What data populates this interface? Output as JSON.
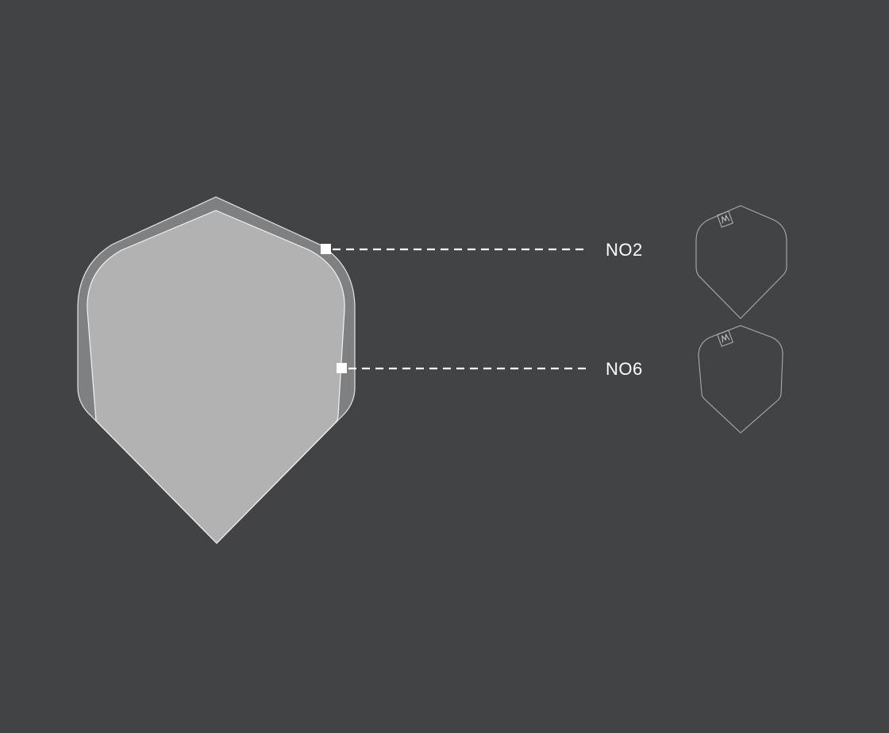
{
  "callouts": [
    {
      "id": "no2",
      "label": "NO2"
    },
    {
      "id": "no6",
      "label": "NO6"
    }
  ],
  "colors": {
    "background": "#424347",
    "outer_shape_fill": "#7f8082",
    "inner_shape_fill": "#b2b2b2",
    "outline": "#e6e6e6",
    "leader_line": "#ffffff",
    "marker": "#ffffff",
    "label_text": "#ffffff"
  }
}
